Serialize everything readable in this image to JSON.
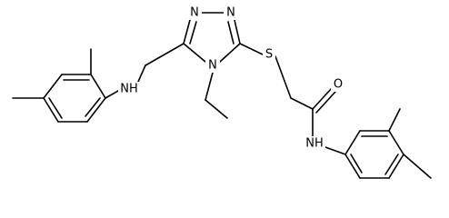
{
  "structure": {
    "atoms": {
      "n1": "N",
      "n2": "N",
      "n4": "N",
      "s": "S",
      "o": "O",
      "nh_amine": "NH",
      "nh_amide": "NH"
    }
  },
  "colors": {
    "bond": "#000000",
    "background": "#ffffff"
  }
}
